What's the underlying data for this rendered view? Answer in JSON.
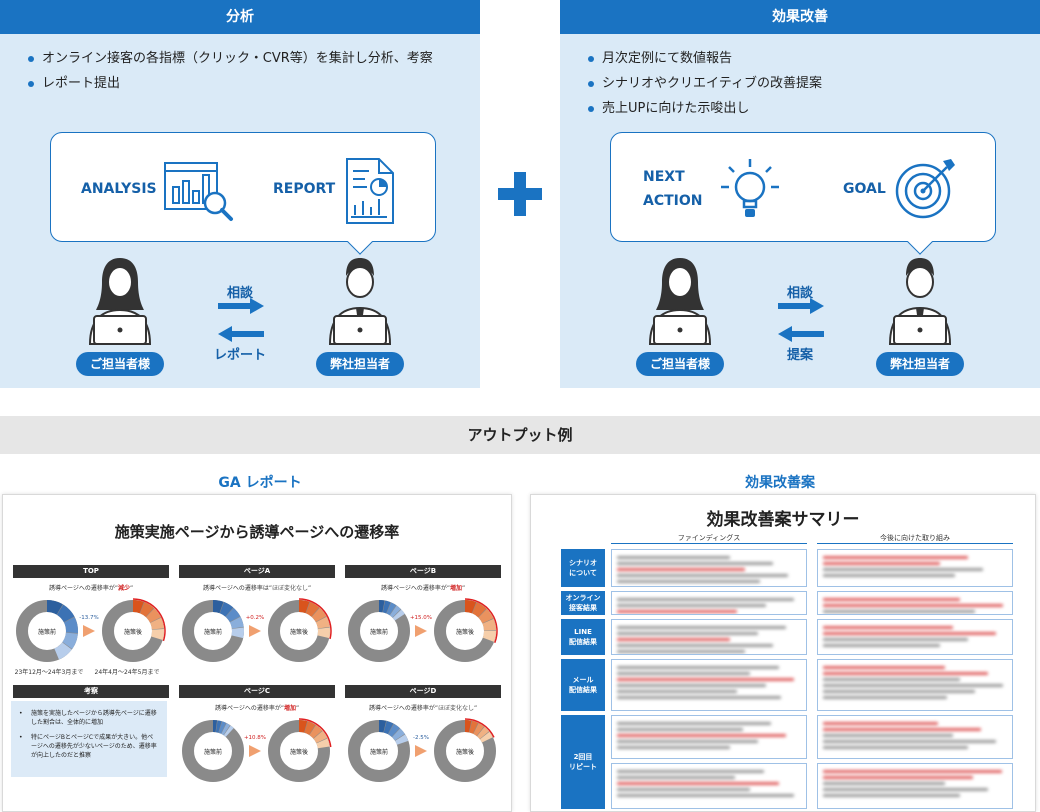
{
  "left_panel": {
    "title": "分析",
    "bullets": [
      "オンライン接客の各指標（クリック・CVR等）を集計し分析、考察",
      "レポート提出"
    ],
    "bubble": {
      "label1": "ANALYSIS",
      "label2": "REPORT",
      "icon1": "bar-chart-magnifier-icon",
      "icon2": "report-document-icon"
    },
    "client_role": "ご担当者様",
    "our_role": "弊社担当者",
    "arrow_top_label": "相談",
    "arrow_bottom_label": "レポート"
  },
  "right_panel": {
    "title": "効果改善",
    "bullets": [
      "月次定例にて数値報告",
      "シナリオやクリエイティブの改善提案",
      "売上UPに向けた示唆出し"
    ],
    "bubble": {
      "label1_line1": "NEXT",
      "label1_line2": "ACTION",
      "label2": "GOAL",
      "icon1": "lightbulb-icon",
      "icon2": "target-icon"
    },
    "client_role": "ご担当者様",
    "our_role": "弊社担当者",
    "arrow_top_label": "相談",
    "arrow_bottom_label": "提案"
  },
  "output_band": "アウトプット例",
  "ga_report": {
    "heading": "GA レポート",
    "title": "施策実施ページから誘導ページへの遷移率",
    "sections": [
      {
        "name": "TOP",
        "caption_pre": "誘導ページへの遷移率が”",
        "caption_value": "減少",
        "caption_post": "”",
        "change": "-13.7%",
        "before_label": "施策前",
        "after_label": "施策後",
        "period_before": "23年12月～24年3月まで",
        "period_after": "24年4月～24年5月まで",
        "value_before": 0.44,
        "value_after": 0.3
      },
      {
        "name": "ページA",
        "caption_pre": "誘導ページへの遷移率は”",
        "caption_value": "ほぼ変化なし",
        "caption_post": "”",
        "change": "+0.2%",
        "before_label": "施策前",
        "after_label": "施策後",
        "value_before": 0.29,
        "value_after": 0.29
      },
      {
        "name": "ページB",
        "caption_pre": "誘導ページへの遷移率が”",
        "caption_value": "増加",
        "caption_post": "”",
        "change": "+15.0%",
        "before_label": "施策前",
        "after_label": "施策後",
        "value_before": 0.16,
        "value_after": 0.31
      },
      {
        "name": "ページC",
        "caption_pre": "誘導ページへの遷移率が”",
        "caption_value": "増加",
        "caption_post": "”",
        "change": "+10.8%",
        "before_label": "施策前",
        "after_label": "施策後",
        "value_before": 0.12,
        "value_after": 0.23
      },
      {
        "name": "ページD",
        "caption_pre": "誘導ページへの遷移率が”",
        "caption_value": "ほぼ変化なし",
        "caption_post": "”",
        "change": "-2.5%",
        "before_label": "施策前",
        "after_label": "施策後",
        "value_before": 0.2,
        "value_after": 0.18
      }
    ],
    "insight": {
      "title": "考察",
      "points": [
        "施策を実施したページから誘導先ページに遷移した割合は、全体的に増加",
        "特にページBとページCで成果が大きい。他ページへの遷移先が少ないページのため、遷移率が向上したのだと推察"
      ]
    }
  },
  "improvement": {
    "heading": "効果改善案",
    "title": "効果改善案サマリー",
    "col1": "ファインディングス",
    "col2": "今後に向けた取り組み",
    "rows": [
      "シナリオ\nについて",
      "オンライン\n接客結果",
      "LINE\n配信結果",
      "メール\n配信結果",
      "2回目\nリピート"
    ]
  },
  "colors": {
    "accent": "#1a73c2",
    "panel_bg": "#daeaf7",
    "dark_bar": "#333333",
    "highlight_red": "#d02020"
  }
}
